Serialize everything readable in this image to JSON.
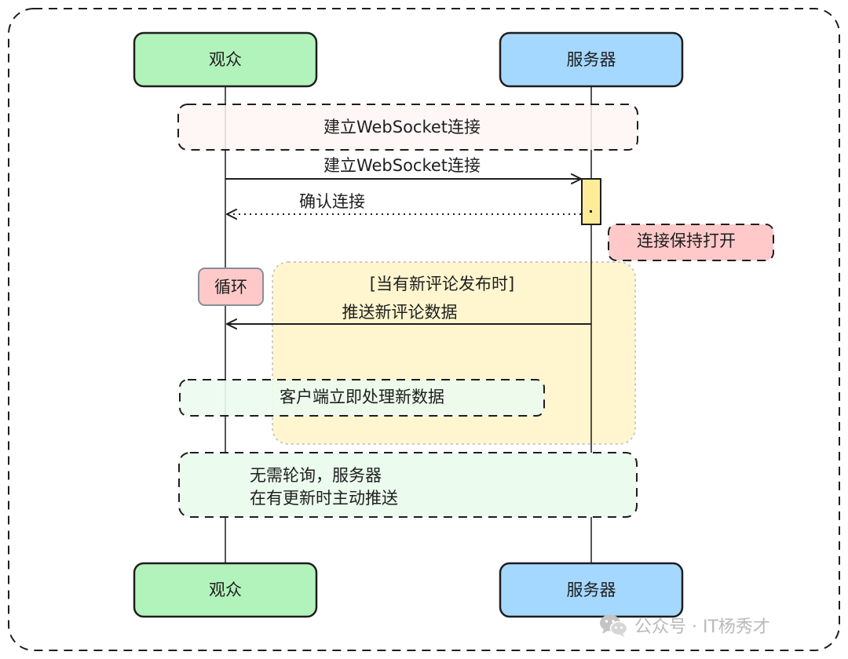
{
  "actors": {
    "viewer": "观众",
    "server": "服务器"
  },
  "notes": {
    "establish": "建立WebSocket连接",
    "keep_open": "连接保持打开",
    "client_process": "客户端立即处理新数据",
    "no_polling": "无需轮询，服务器\n在有更新时主动推送"
  },
  "messages": {
    "connect": "建立WebSocket连接",
    "ack": "确认连接",
    "push": "推送新评论数据"
  },
  "loop": {
    "tag": "循环",
    "condition": "[当有新评论发布时]"
  },
  "watermark": {
    "text": "公众号 · IT杨秀才",
    "icon": "wechat-icon"
  },
  "colors": {
    "viewer_fill": "#b2f2bb",
    "server_fill": "#a5d8ff",
    "establish_note_fill": "#fff5f5",
    "keep_open_fill": "#ffc9c9",
    "loop_tag_fill": "#ffc9c9",
    "loop_area_fill": "#fff3bf",
    "green_note_fill": "#ebfbee",
    "activation_fill": "#ffec99"
  }
}
